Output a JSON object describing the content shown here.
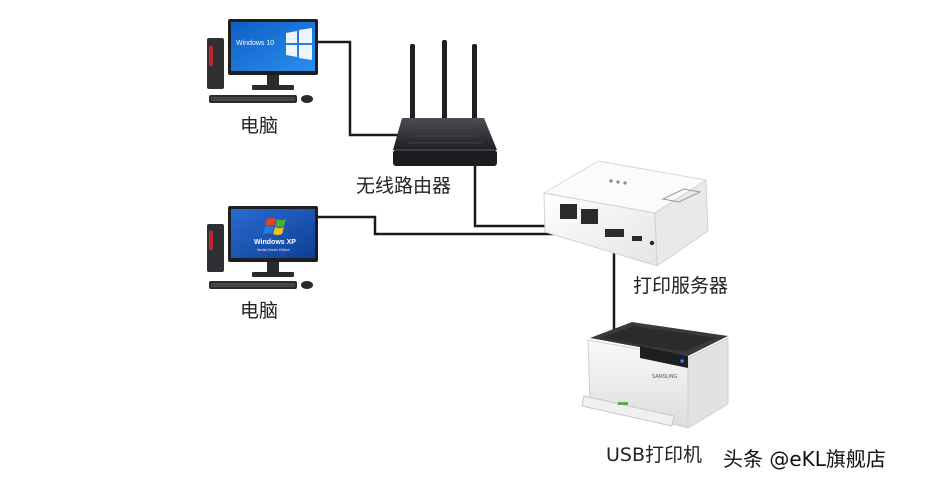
{
  "diagram": {
    "nodes": {
      "pc_top": {
        "label": "电脑",
        "screen_text": "Windows 10",
        "os_icon": "windows-10-logo-icon"
      },
      "router": {
        "label": "无线路由器"
      },
      "pc_bottom": {
        "label": "电脑",
        "screen_text": "Windows XP",
        "screen_subtext": "Media Center Edition",
        "os_icon": "windows-xp-logo-icon"
      },
      "print_server": {
        "label": "打印服务器"
      },
      "printer": {
        "label": "USB打印机",
        "brand": "SAMSUNG"
      }
    },
    "edges": [
      {
        "from": "pc_top",
        "to": "router"
      },
      {
        "from": "router",
        "to": "print_server"
      },
      {
        "from": "pc_bottom",
        "to": "print_server"
      },
      {
        "from": "print_server",
        "to": "printer"
      }
    ]
  },
  "watermark": "头条 @eKL旗舰店",
  "colors": {
    "wire": "#1a1a1a",
    "win10_screen": "#1b78d6",
    "xp_screen": "#1f5fbf",
    "device_white": "#f4f4f4",
    "router_body": "#2b2d30"
  }
}
